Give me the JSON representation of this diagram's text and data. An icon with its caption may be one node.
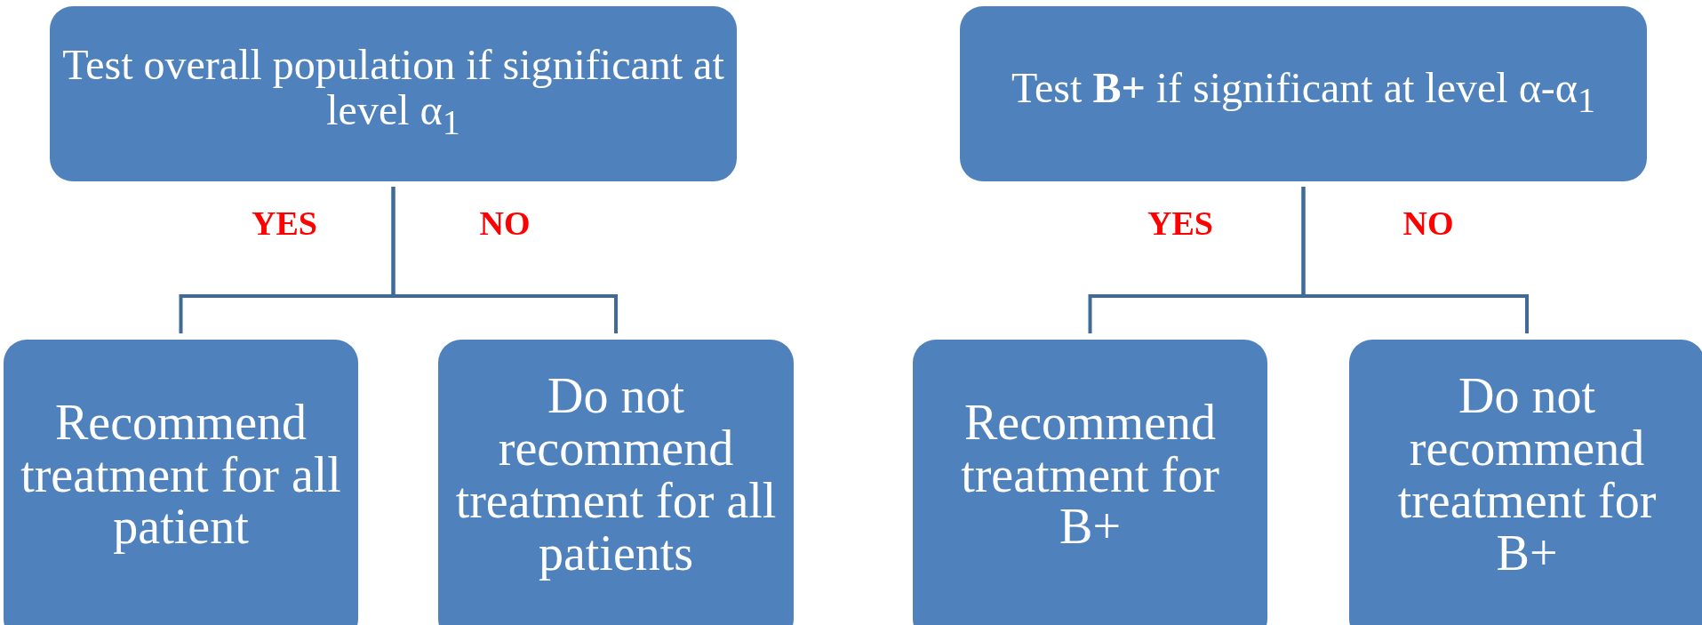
{
  "diagram": {
    "nodes": [
      {
        "text": [
          "Test overall population if significant at  level α$_{1}$"
        ]
      },
      {
        "text": [
          "Recommend treatment for all patient"
        ]
      },
      {
        "text": [
          "Do not recommend treatment for all patients"
        ]
      },
      {
        "text": [
          "Test  **B+** if significant at  level α-α$_{1}$"
        ]
      },
      {
        "text": [
          "Recommend treatment for B+"
        ]
      },
      {
        "text": [
          "Do not recommend treatment for B+"
        ]
      }
    ],
    "edges": [
      {
        "from": 0,
        "to": 1,
        "arrow": "none",
        "label": "YES"
      },
      {
        "from": 0,
        "to": 2,
        "arrow": "none",
        "label": "NO"
      },
      {
        "from": 3,
        "to": 4,
        "arrow": "none",
        "label": "YES"
      },
      {
        "from": 3,
        "to": 5,
        "arrow": "none",
        "label": "NO"
      }
    ]
  }
}
